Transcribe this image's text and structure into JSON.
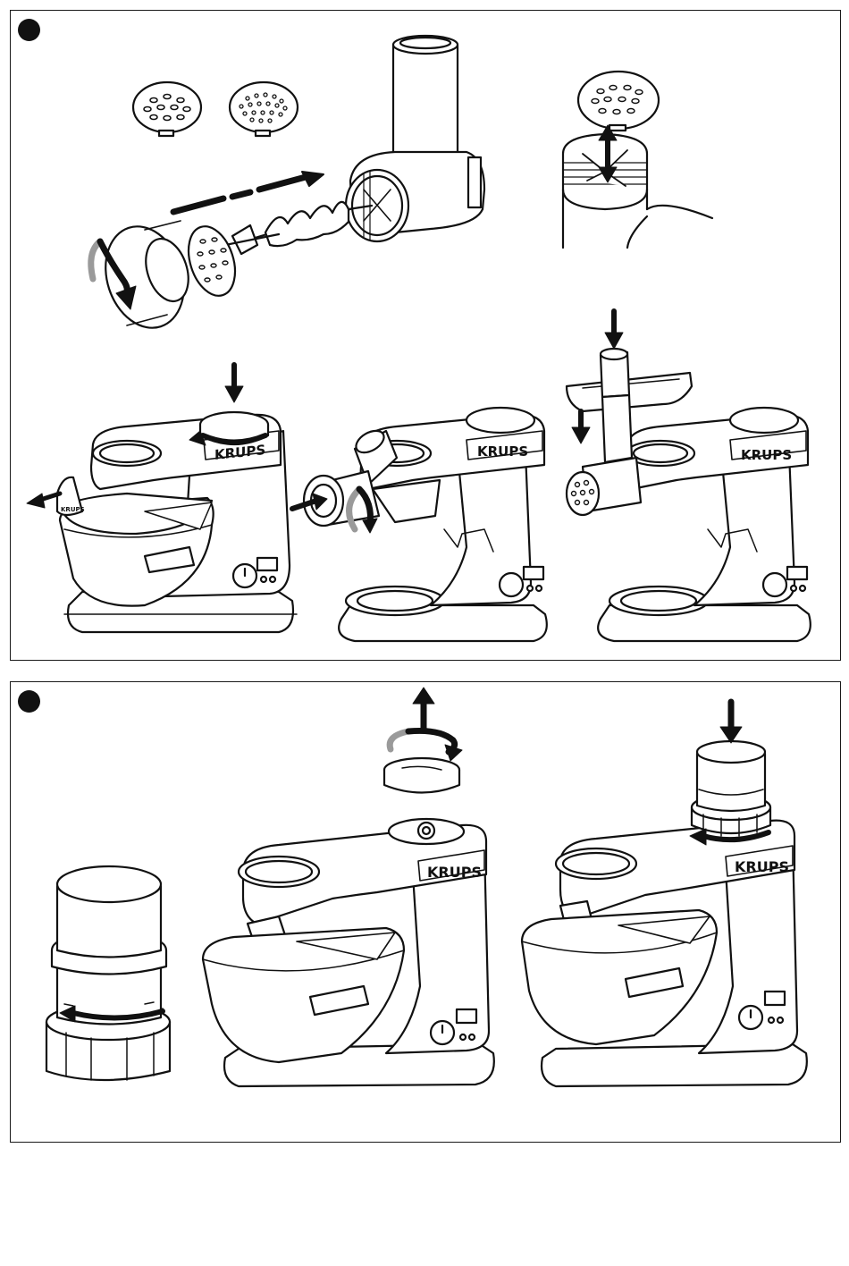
{
  "brand_label": "KRUPS",
  "brand_label_small": "KRUPS",
  "colors": {
    "line": "#111111",
    "fill": "#ffffff",
    "accent_gray": "#9a9a9a"
  },
  "panels": [
    {
      "id": "panel-1",
      "step_marker": "filled-circle",
      "figures": [
        "mincer-parts-exploded",
        "plate-on-blade-closeup",
        "remove-bowl-lid",
        "insert-mincer",
        "mincer-mounted"
      ]
    },
    {
      "id": "panel-2",
      "step_marker": "filled-circle",
      "figures": [
        "chopper-attachment",
        "remove-top-cover",
        "chopper-mounted"
      ]
    }
  ]
}
